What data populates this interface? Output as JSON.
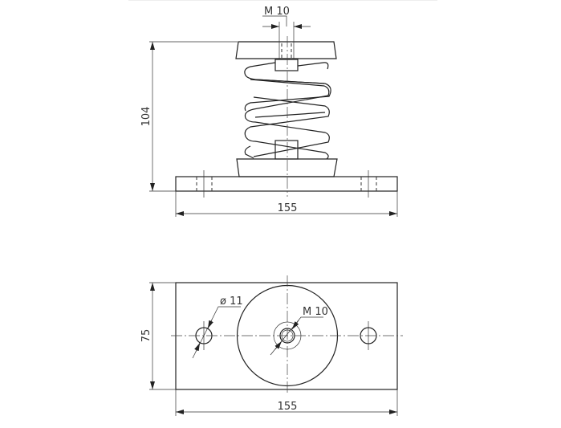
{
  "title": "Spring vibration isolator drawing",
  "front_view": {
    "thread_label": "M 10",
    "height_label": "104",
    "width_label": "155"
  },
  "top_view": {
    "hole_label": "ø 11",
    "thread_label": "M 10",
    "depth_label": "75",
    "width_label": "155"
  },
  "colors": {
    "line": "#222222",
    "background": "#ffffff"
  }
}
